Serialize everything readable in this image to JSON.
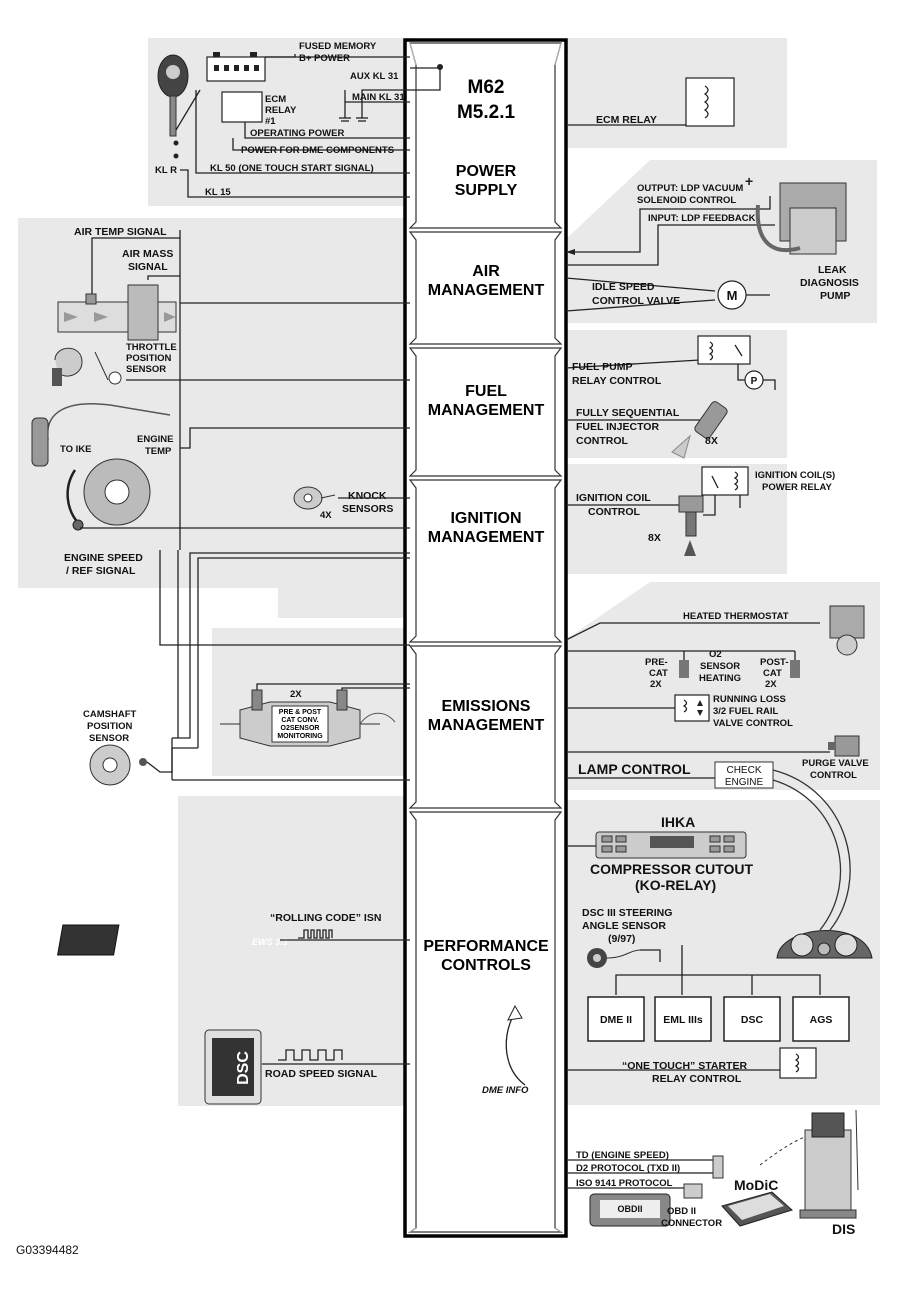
{
  "figure_id": "G03394482",
  "engine": {
    "line1": "M62",
    "line2": "M5.2.1"
  },
  "sections": [
    {
      "line1": "POWER",
      "line2": "SUPPLY"
    },
    {
      "line1": "AIR",
      "line2": "MANAGEMENT"
    },
    {
      "line1": "FUEL",
      "line2": "MANAGEMENT"
    },
    {
      "line1": "IGNITION",
      "line2": "MANAGEMENT"
    },
    {
      "line1": "EMISSIONS",
      "line2": "MANAGEMENT"
    },
    {
      "line1": "PERFORMANCE",
      "line2": "CONTROLS"
    }
  ],
  "power_supply": {
    "fused_memory_1": "FUSED MEMORY",
    "fused_memory_2": "B+ POWER",
    "aux_kl31": "AUX KL 31",
    "main_kl31": "MAIN KL 31",
    "ecm_relay_left_1": "ECM",
    "ecm_relay_left_2": "RELAY",
    "ecm_relay_left_3": "#1",
    "operating_power": "OPERATING POWER",
    "power_dme": "POWER FOR DME COMPONENTS",
    "kl50": "KL 50 (ONE TOUCH START SIGNAL)",
    "kl_r": "KL R",
    "kl15": "KL 15",
    "ecm_relay": "ECM RELAY"
  },
  "air": {
    "air_temp": "AIR TEMP SIGNAL",
    "air_mass_1": "AIR MASS",
    "air_mass_2": "SIGNAL",
    "throttle_1": "THROTTLE",
    "throttle_2": "POSITION",
    "throttle_3": "SENSOR",
    "ldp_out_1": "OUTPUT: LDP VACUUM",
    "ldp_out_2": "SOLENOID CONTROL",
    "ldp_in": "INPUT: LDP FEEDBACK",
    "leak_1": "LEAK",
    "leak_2": "DIAGNOSIS",
    "leak_3": "PUMP",
    "idle_1": "IDLE SPEED",
    "idle_2": "CONTROL VALVE",
    "motor": "M"
  },
  "fuel": {
    "to_ike": "TO IKE",
    "engine_temp_1": "ENGINE",
    "engine_temp_2": "TEMP",
    "pump_1": "FUEL PUMP",
    "pump_2": "RELAY CONTROL",
    "pump_symbol": "P",
    "inj_1": "FULLY SEQUENTIAL",
    "inj_2": "FUEL INJECTOR",
    "inj_3": "CONTROL",
    "inj_count": "8X"
  },
  "ignition": {
    "knock_1": "KNOCK",
    "knock_2": "SENSORS",
    "knock_count": "4X",
    "speed_1": "ENGINE SPEED",
    "speed_2": "/ REF SIGNAL",
    "coil_1": "IGNITION COIL",
    "coil_2": "CONTROL",
    "coil_count": "8X",
    "coil_relay_1": "IGNITION COIL(S)",
    "coil_relay_2": "POWER RELAY"
  },
  "emissions": {
    "thermostat": "HEATED THERMOSTAT",
    "pre_1": "PRE-",
    "pre_2": "CAT",
    "pre_3": "2X",
    "o2_1": "O2",
    "o2_2": "SENSOR",
    "o2_3": "HEATING",
    "post_1": "POST-",
    "post_2": "CAT",
    "post_3": "2X",
    "running_1": "RUNNING LOSS",
    "running_2": "3/2 FUEL RAIL",
    "running_3": "VALVE CONTROL",
    "purge_1": "PURGE VALVE",
    "purge_2": "CONTROL",
    "cat_count": "2X",
    "cat_1": "PRE & POST",
    "cat_2": "CAT CONV.",
    "cat_3": "O2SENSOR",
    "cat_4": "MONITORING",
    "cam_1": "CAMSHAFT",
    "cam_2": "POSITION",
    "cam_3": "SENSOR",
    "lamp": "LAMP CONTROL",
    "check_1": "CHECK",
    "check_2": "ENGINE"
  },
  "performance": {
    "ihka": "IHKA",
    "comp_1": "COMPRESSOR CUTOUT",
    "comp_2": "(KO-RELAY)",
    "isn": "“ROLLING CODE” ISN",
    "ews_chip": "EWS 3.3",
    "dsc_steer_1": "DSC III STEERING",
    "dsc_steer_2": "ANGLE SENSOR",
    "dsc_steer_3": "(9/97)",
    "modules": [
      "DME II",
      "EML IIIs",
      "DSC",
      "AGS"
    ],
    "dsc_box": "DSC",
    "road_speed": "ROAD SPEED SIGNAL",
    "starter_1": "“ONE TOUCH” STARTER",
    "starter_2": "RELAY CONTROL",
    "dme_info": "DME INFO",
    "td": "TD (ENGINE SPEED)",
    "d2": "D2 PROTOCOL (TXD II)",
    "iso": "ISO 9141 PROTOCOL",
    "obd_1": "OBD II",
    "obd_2": "CONNECTOR",
    "obd_plug": "OBDII",
    "modic": "MoDiC",
    "dis": "DIS"
  }
}
